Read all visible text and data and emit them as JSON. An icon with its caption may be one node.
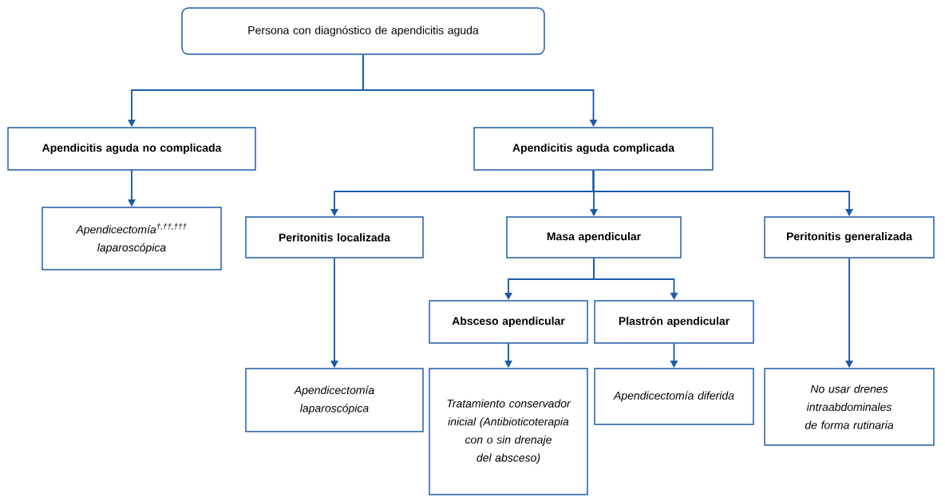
{
  "diagram": {
    "nodes": [
      {
        "text": [
          "Persona con diagnóstico de apendicitis aguda"
        ]
      },
      {
        "text": [
          "Apendicitis aguda no complicada"
        ]
      },
      {
        "text": [
          "Apendicitis aguda complicada"
        ]
      },
      {
        "text": [
          "Apendicectomía$^{†,††,†††}$ laparoscópica"
        ]
      },
      {
        "text": [
          "Peritonitis localizada"
        ]
      },
      {
        "text": [
          "Masa apendicular"
        ]
      },
      {
        "text": [
          "Peritonitis generalizada"
        ]
      },
      {
        "text": [
          "Absceso apendicular"
        ]
      },
      {
        "text": [
          "Plastrón apendicular"
        ]
      },
      {
        "text": [
          "Apendicectomía laparoscópica"
        ]
      },
      {
        "text": [
          "Tratamiento conservador inicial (Antibioticoterapia con o sin drenaje del absceso)"
        ]
      },
      {
        "text": [
          "Apendicectomía diferida"
        ]
      },
      {
        "text": [
          "No usar drenes intraabdominales de forma rutinaria"
        ]
      }
    ],
    "edges": [
      {
        "from": 0,
        "to": 1,
        "arrow": "to"
      },
      {
        "from": 0,
        "to": 2,
        "arrow": "to"
      },
      {
        "from": 1,
        "to": 3,
        "arrow": "to"
      },
      {
        "from": 2,
        "to": 4,
        "arrow": "to"
      },
      {
        "from": 2,
        "to": 5,
        "arrow": "to"
      },
      {
        "from": 2,
        "to": 6,
        "arrow": "to"
      },
      {
        "from": 4,
        "to": 9,
        "arrow": "to"
      },
      {
        "from": 5,
        "to": 7,
        "arrow": "to"
      },
      {
        "from": 5,
        "to": 8,
        "arrow": "to"
      },
      {
        "from": 7,
        "to": 10,
        "arrow": "to"
      },
      {
        "from": 8,
        "to": 11,
        "arrow": "to"
      },
      {
        "from": 6,
        "to": 12,
        "arrow": "to"
      }
    ]
  }
}
